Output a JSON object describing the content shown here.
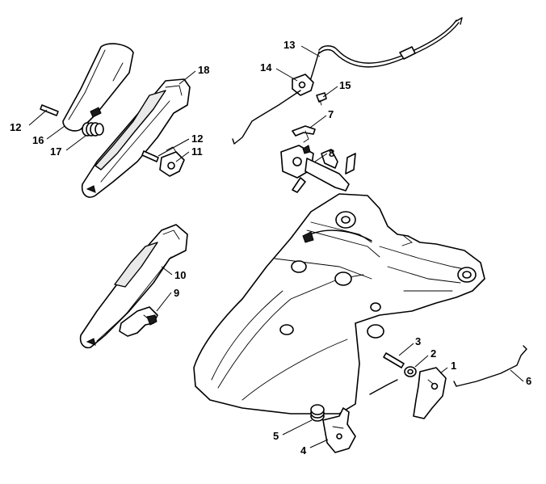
{
  "callouts": [
    {
      "part": "trigger-lever",
      "label": "1"
    },
    {
      "part": "spring-ring",
      "label": "2"
    },
    {
      "part": "pin",
      "label": "3"
    },
    {
      "part": "lever-assembly",
      "label": "4"
    },
    {
      "part": "torsion-spring",
      "label": "5"
    },
    {
      "part": "throttle-rod",
      "label": "6"
    },
    {
      "part": "clip",
      "label": "7"
    },
    {
      "part": "shaft-assembly",
      "label": "8"
    },
    {
      "part": "trigger-interlock",
      "label": "9"
    },
    {
      "part": "rear-handle-molding",
      "label": "10"
    },
    {
      "part": "lock-lever",
      "label": "11"
    },
    {
      "part": "roll-pin-right",
      "label": "12"
    },
    {
      "part": "roll-pin-left",
      "label": "12"
    },
    {
      "part": "throttle-cable",
      "label": "13"
    },
    {
      "part": "cable-bracket",
      "label": "14"
    },
    {
      "part": "screw",
      "label": "15"
    },
    {
      "part": "handle-cover",
      "label": "16"
    },
    {
      "part": "compression-spring",
      "label": "17"
    },
    {
      "part": "handle-molding",
      "label": "18"
    }
  ]
}
